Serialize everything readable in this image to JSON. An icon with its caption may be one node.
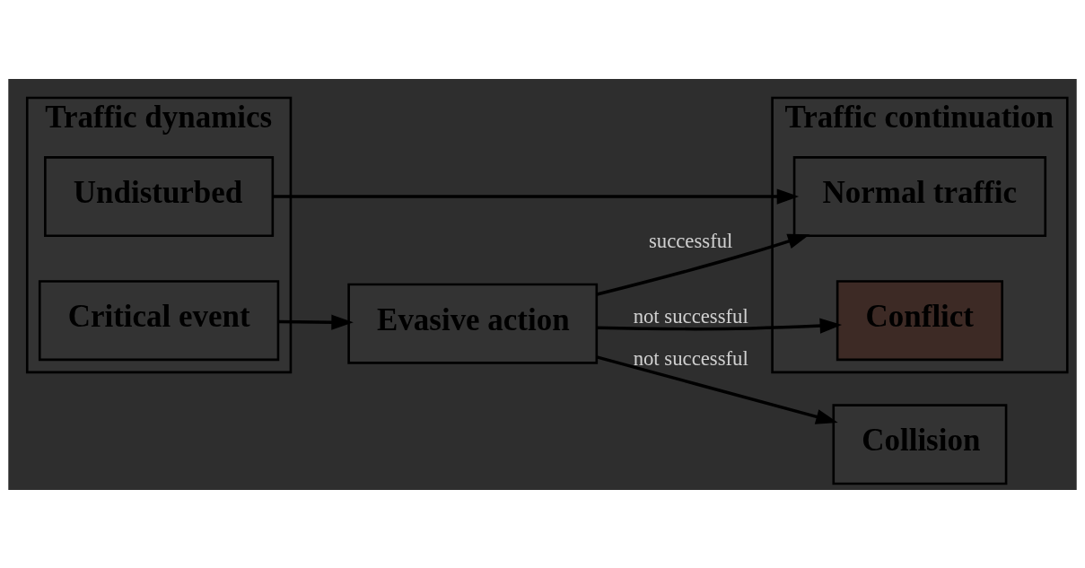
{
  "diagram": {
    "nodes": [
      {
        "text": [
          "Traffic dynamics"
        ]
      },
      {
        "text": [
          "Undisturbed"
        ],
        "in": 0
      },
      {
        "text": [
          "Critical event"
        ],
        "in": 0
      },
      {
        "text": [
          "Evasive action"
        ]
      },
      {
        "text": [
          "Traffic continuation"
        ]
      },
      {
        "text": [
          "Normal traffic"
        ],
        "in": 4
      },
      {
        "text": [
          "Conflict"
        ],
        "in": 4
      },
      {
        "text": [
          "Collision"
        ]
      }
    ],
    "edges": [
      {
        "from": 1,
        "to": 5,
        "arrow": "to"
      },
      {
        "from": 2,
        "to": 3,
        "arrow": "to"
      },
      {
        "from": 3,
        "to": 5,
        "arrow": "to",
        "label": "successful"
      },
      {
        "from": 3,
        "to": 6,
        "arrow": "to",
        "label": "not successful"
      },
      {
        "from": 3,
        "to": 7,
        "arrow": "to",
        "label": "not successful"
      }
    ]
  }
}
